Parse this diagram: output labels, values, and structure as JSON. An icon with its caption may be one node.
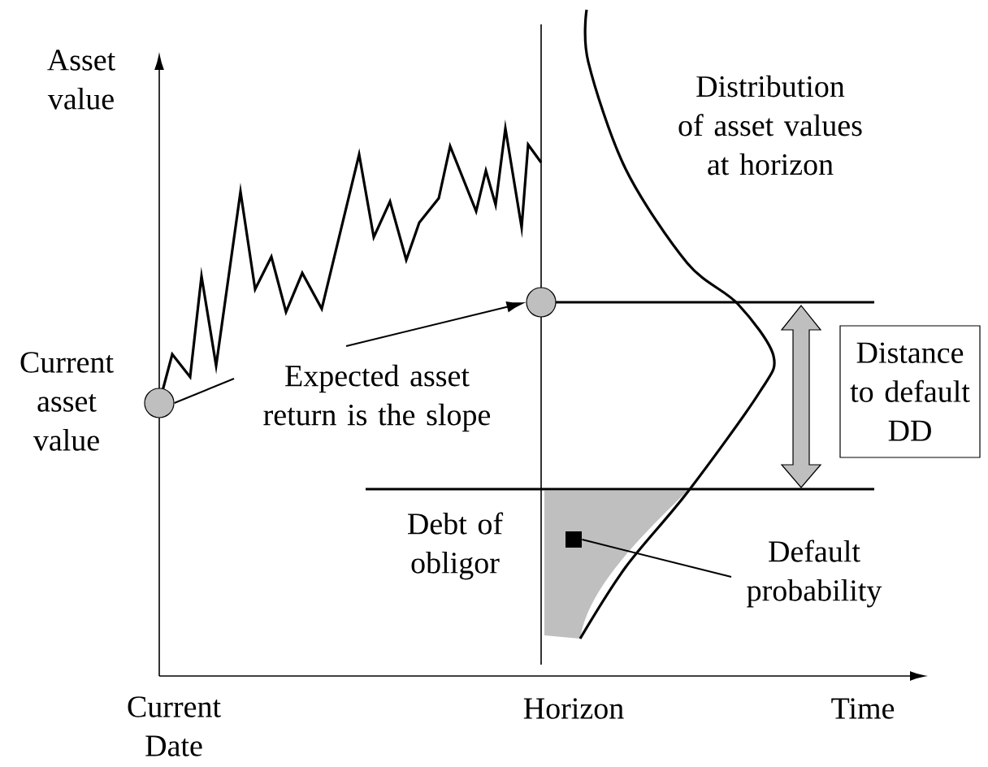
{
  "diagram": {
    "nodes": [
      {
        "text": [],
        "shape": "circle"
      },
      {
        "text": [],
        "shape": "circle"
      },
      {
        "text": [
          "Expected asset return is the slope"
        ]
      },
      {
        "text": [
          "Default probability"
        ]
      },
      {
        "text": [],
        "shape": "box"
      },
      {
        "text": [
          "Distance to default DD"
        ]
      }
    ],
    "edges": [
      {
        "from": 2,
        "to": 0,
        "arrow": "none"
      },
      {
        "from": 2,
        "to": 1,
        "arrow": "to"
      },
      {
        "from": 3,
        "to": 4,
        "arrow": "none"
      }
    ],
    "labels": [
      "Asset value",
      "Current asset value",
      "Distribution of asset values at horizon",
      "Debt of obligor",
      "Current Date",
      "Horizon",
      "Time"
    ]
  }
}
